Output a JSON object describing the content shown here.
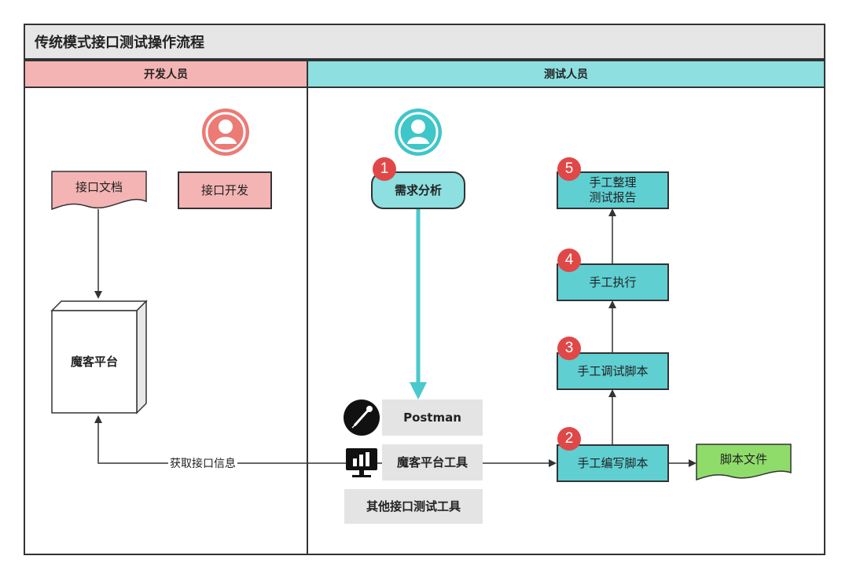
{
  "title": "传统模式接口测试操作流程",
  "lanes": {
    "dev": "开发人员",
    "test": "测试人员"
  },
  "dev": {
    "doc": "接口文档",
    "develop": "接口开发",
    "platform": "魔客平台"
  },
  "test": {
    "requirement": "需求分析",
    "tools": {
      "postman": "Postman",
      "moke": "魔客平台工具",
      "other": "其他接口测试工具"
    },
    "steps": {
      "write": "手工编写脚本",
      "debug": "手工调试脚本",
      "execute": "手工执行",
      "report_line1": "手工整理",
      "report_line2": "测试报告"
    },
    "file": "脚本文件"
  },
  "edge_label": "获取接口信息",
  "badges": [
    "1",
    "2",
    "3",
    "4",
    "5"
  ],
  "colors": {
    "dev": "#f4b4b4",
    "test": "#8ddfe0",
    "step": "#5fcfd2",
    "badge": "#e04848",
    "file": "#8fdc6a",
    "dev_avatar": "#ec7a75",
    "test_avatar": "#3fc6c9"
  },
  "icons": [
    "user-icon",
    "postman-icon",
    "chart-monitor-icon"
  ]
}
